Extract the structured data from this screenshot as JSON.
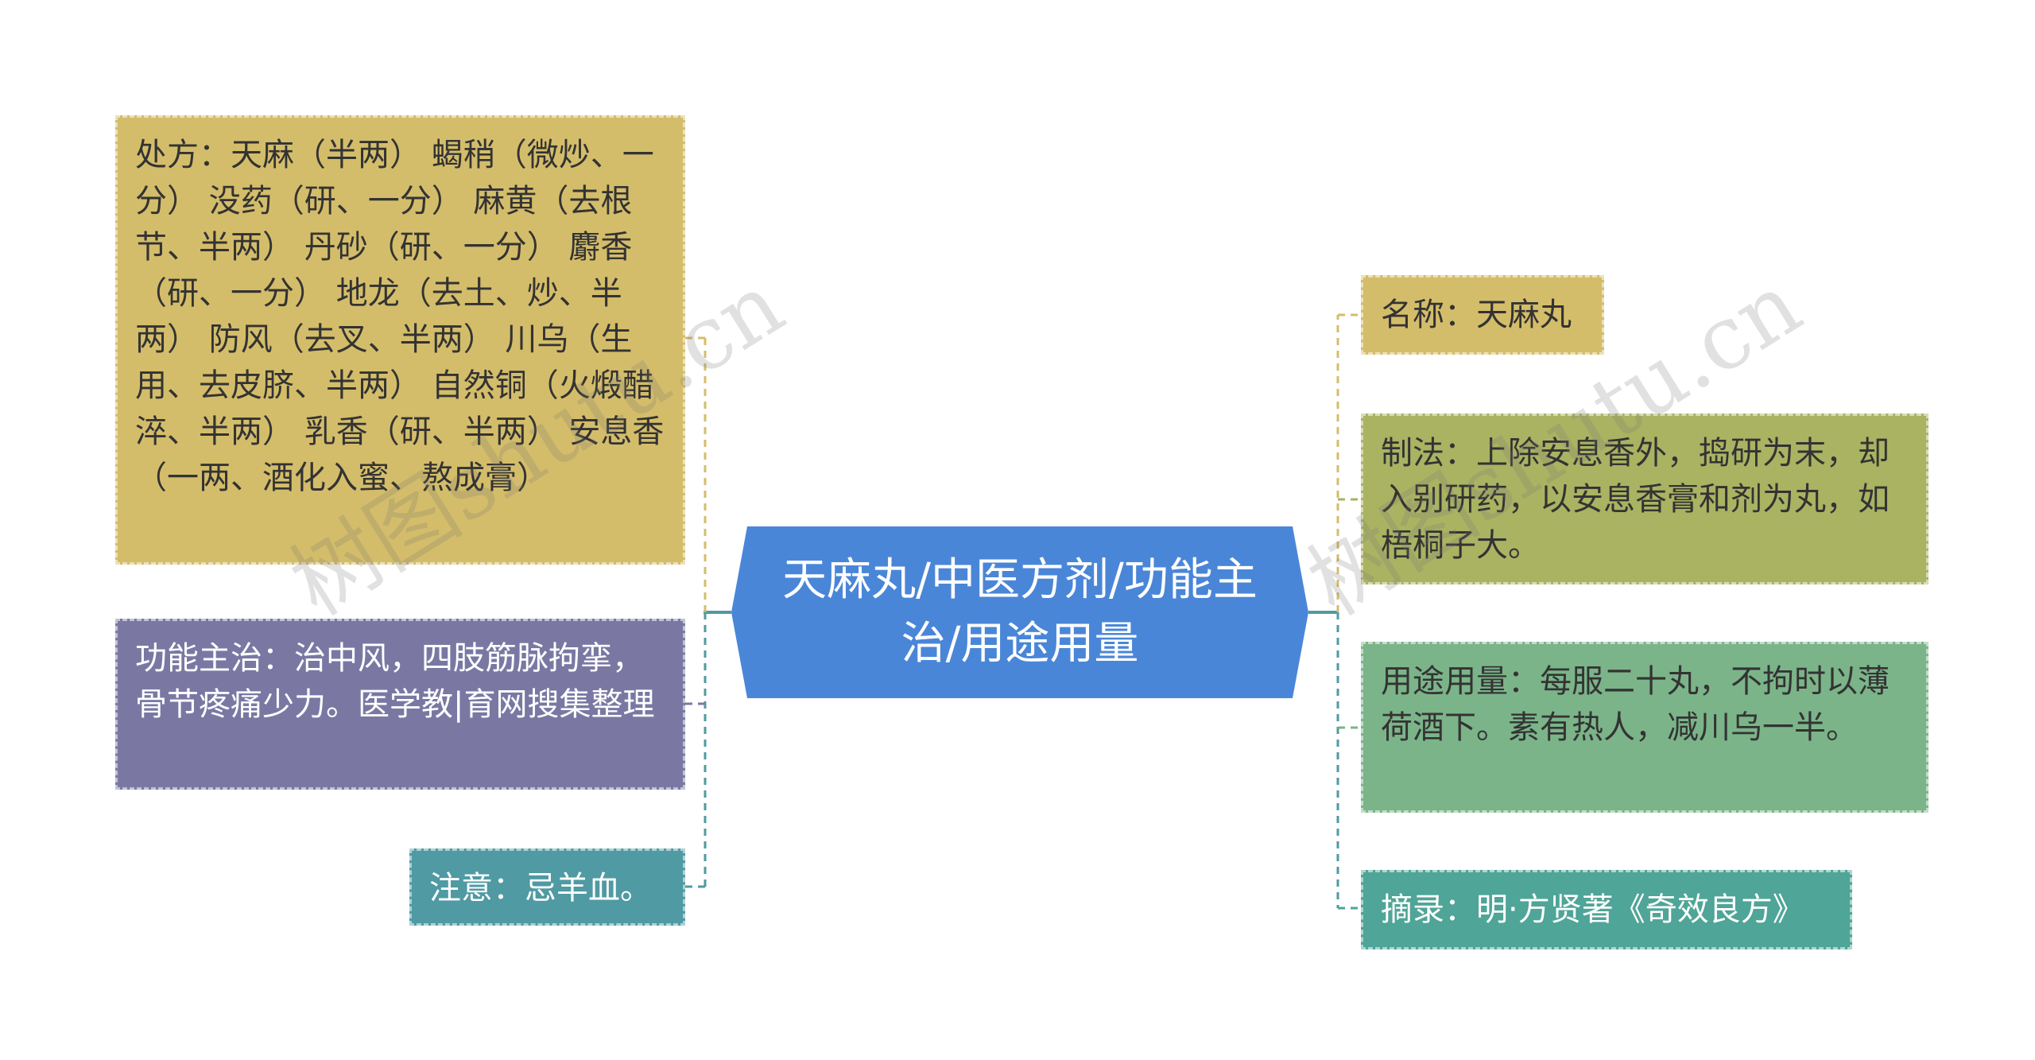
{
  "center": {
    "title": "天麻丸/中医方剂/功能主治/用途用量",
    "color": "#4a86d8"
  },
  "left_nodes": [
    {
      "key": "prescription",
      "text": "处方：天麻（半两） 蝎稍（微炒、一分） 没药（研、一分） 麻黄（去根节、半两） 丹砂（研、一分） 麝香（研、一分） 地龙（去土、炒、半两） 防风（去叉、半两） 川乌（生用、去皮脐、半两） 自然铜（火煅醋淬、半两） 乳香（研、半两） 安息香（一两、酒化入蜜、熬成膏）",
      "color": "#d4bd6a"
    },
    {
      "key": "indications",
      "text": "功能主治：治中风，四肢筋脉拘挛，骨节疼痛少力。医学教|育网搜集整理",
      "color": "#7a78a3"
    },
    {
      "key": "caution",
      "text": "注意：忌羊血。",
      "color": "#4f9aa3"
    }
  ],
  "right_nodes": [
    {
      "key": "name",
      "text": "名称：天麻丸",
      "color": "#d4bd6a"
    },
    {
      "key": "preparation",
      "text": "制法：上除安息香外，捣研为末，却入别研药，以安息香膏和剂为丸，如梧桐子大。",
      "color": "#a9b362"
    },
    {
      "key": "dosage",
      "text": "用途用量：每服二十丸，不拘时以薄荷酒下。素有热人，减川乌一半。",
      "color": "#7bb489"
    },
    {
      "key": "source",
      "text": "摘录：明·方贤著《奇效良方》",
      "color": "#4fa597"
    }
  ],
  "watermarks": [
    "树图shutu.cn",
    "树图shutu.cn"
  ],
  "colors": {
    "connector_teal": "#4f9aa3",
    "connector_yellow": "#d4bd6a",
    "connector_olive": "#a9b362",
    "connector_green": "#7bb489"
  }
}
